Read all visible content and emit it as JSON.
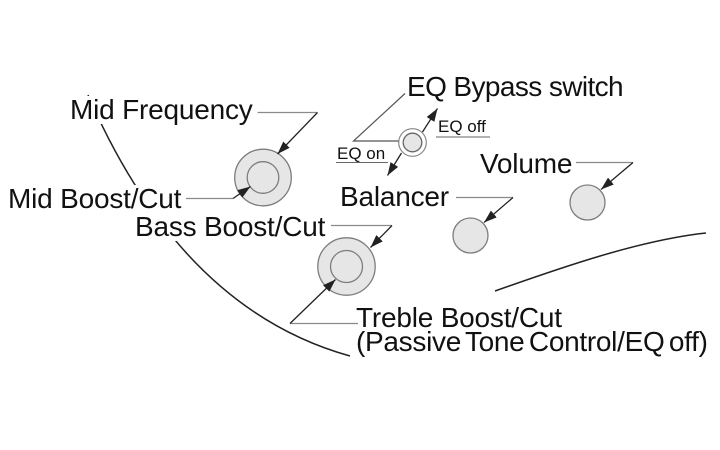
{
  "diagram": {
    "description": "Bass guitar control layout diagram",
    "labels": {
      "mid_frequency": "Mid Frequency",
      "mid_boost_cut": "Mid Boost/Cut",
      "bass_boost_cut": "Bass Boost/Cut",
      "eq_bypass_switch": "EQ Bypass switch",
      "eq_on": "EQ on",
      "eq_off": "EQ off",
      "balancer": "Balancer",
      "volume": "Volume",
      "treble_boost_cut": "Treble Boost/Cut",
      "treble_note": "(Passive Tone Control/EQ off)"
    },
    "colors": {
      "background": "#ffffff",
      "text": "#111111",
      "knob_fill": "#e6e6e6",
      "knob_stroke": "#7d7d7d",
      "switch_fill": "#e6e6e6",
      "leader_gray": "#8a8a8a",
      "line_black": "#222222"
    }
  }
}
